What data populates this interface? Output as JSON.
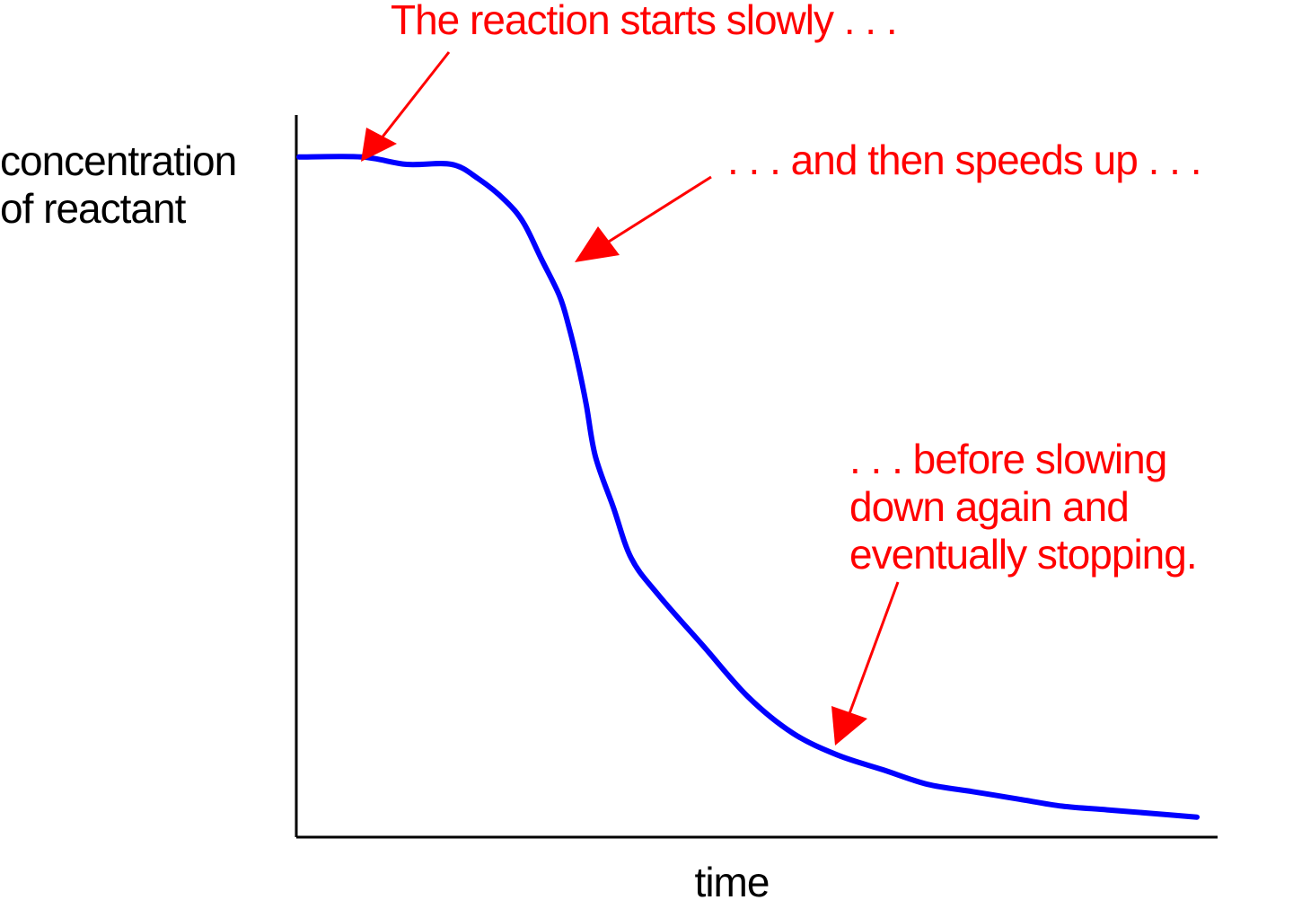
{
  "chart_data": {
    "type": "line",
    "ylabel": [
      "concentration",
      "of reactant"
    ],
    "xlabel": "time",
    "grid": false,
    "legend": "none",
    "ylim": [
      0,
      1
    ],
    "xlim": [
      0,
      1
    ],
    "series": [
      {
        "color": "#0000ff",
        "x": [
          0,
          0.07,
          0.12,
          0.17,
          0.2,
          0.23,
          0.25,
          0.27,
          0.29,
          0.3,
          0.31,
          0.32,
          0.33,
          0.35,
          0.37,
          0.4,
          0.45,
          0.5,
          0.55,
          0.6,
          0.65,
          0.7,
          0.75,
          0.8,
          0.85,
          0.9,
          0.95,
          1.0
        ],
        "y": [
          0.93,
          0.93,
          0.92,
          0.92,
          0.9,
          0.87,
          0.84,
          0.79,
          0.74,
          0.7,
          0.65,
          0.59,
          0.52,
          0.45,
          0.38,
          0.33,
          0.26,
          0.19,
          0.14,
          0.11,
          0.09,
          0.07,
          0.06,
          0.05,
          0.04,
          0.035,
          0.03,
          0.025
        ]
      }
    ],
    "annotations": [
      {
        "lines": [
          "The reaction starts slowly . . ."
        ],
        "color": "#ff0000"
      },
      {
        "lines": [
          ". . .  and then speeds up . . ."
        ],
        "color": "#ff0000"
      },
      {
        "lines": [
          ". . . before slowing",
          "down again and",
          "eventually stopping."
        ],
        "color": "#ff0000"
      }
    ],
    "colors": {
      "axis": "#000000",
      "curve": "#0000ff",
      "annotation": "#ff0000"
    }
  }
}
